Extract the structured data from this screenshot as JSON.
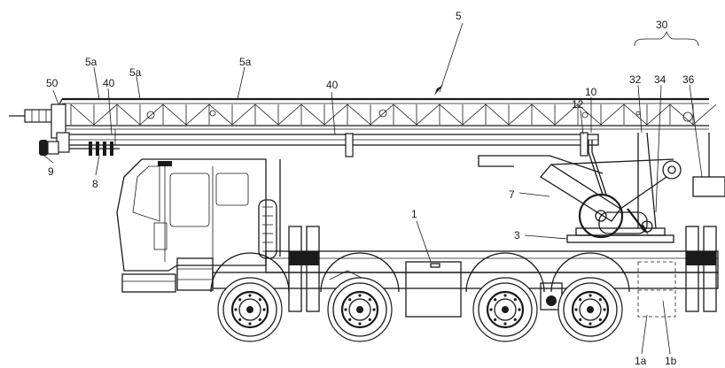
{
  "labels": {
    "l5": "5",
    "l30": "30",
    "l5a_1": "5a",
    "l5a_2": "5a",
    "l5a_3": "5a",
    "l50": "50",
    "l40_1": "40",
    "l40_2": "40",
    "l10": "10",
    "l12": "12",
    "l32": "32",
    "l34": "34",
    "l36": "36",
    "l9": "9",
    "l8": "8",
    "l7": "7",
    "l1": "1",
    "l3": "3",
    "l1a": "1a",
    "l1b": "1b"
  }
}
